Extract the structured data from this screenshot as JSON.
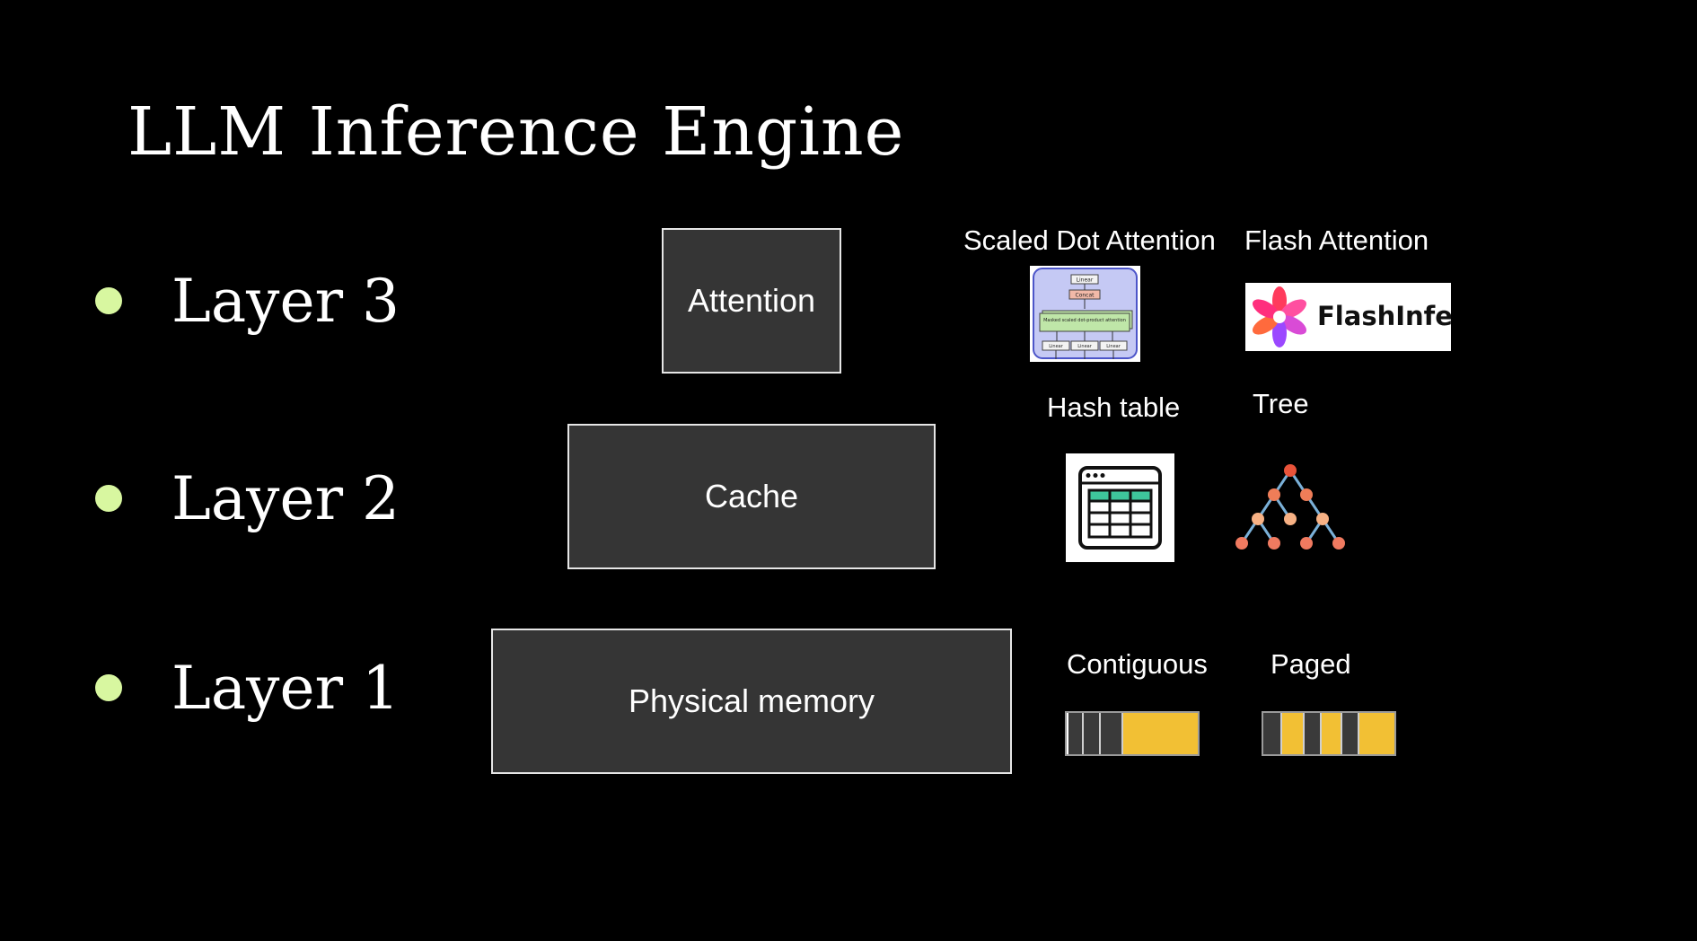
{
  "title": "LLM Inference Engine",
  "colors": {
    "background": "#000000",
    "bullet": "#d8f7a0",
    "box_fill": "#353535",
    "box_border": "#e6e6e6",
    "memory_used": "#f2c034",
    "memory_block": "#3a3a3a"
  },
  "layers": [
    {
      "label": "Layer 3",
      "component": "Attention"
    },
    {
      "label": "Layer 2",
      "component": "Cache"
    },
    {
      "label": "Layer 1",
      "component": "Physical memory"
    }
  ],
  "attention_options": {
    "scaled_dot": {
      "caption": "Scaled Dot Attention",
      "diagram_labels": [
        "Linear",
        "Concat",
        "Masked scaled dot-product attention",
        "Linear",
        "Linear",
        "Linear"
      ]
    },
    "flash": {
      "caption": "Flash Attention",
      "logo_text": "FlashInfer"
    }
  },
  "cache_options": {
    "hash_table": {
      "caption": "Hash table",
      "icon": "hash-table-icon"
    },
    "tree": {
      "caption": "Tree",
      "icon": "tree-icon"
    }
  },
  "memory_options": {
    "contiguous": {
      "caption": "Contiguous",
      "pattern": [
        "block",
        "block",
        "block",
        "used"
      ]
    },
    "paged": {
      "caption": "Paged",
      "pattern": [
        "block",
        "used",
        "block",
        "used",
        "block",
        "used"
      ]
    }
  }
}
